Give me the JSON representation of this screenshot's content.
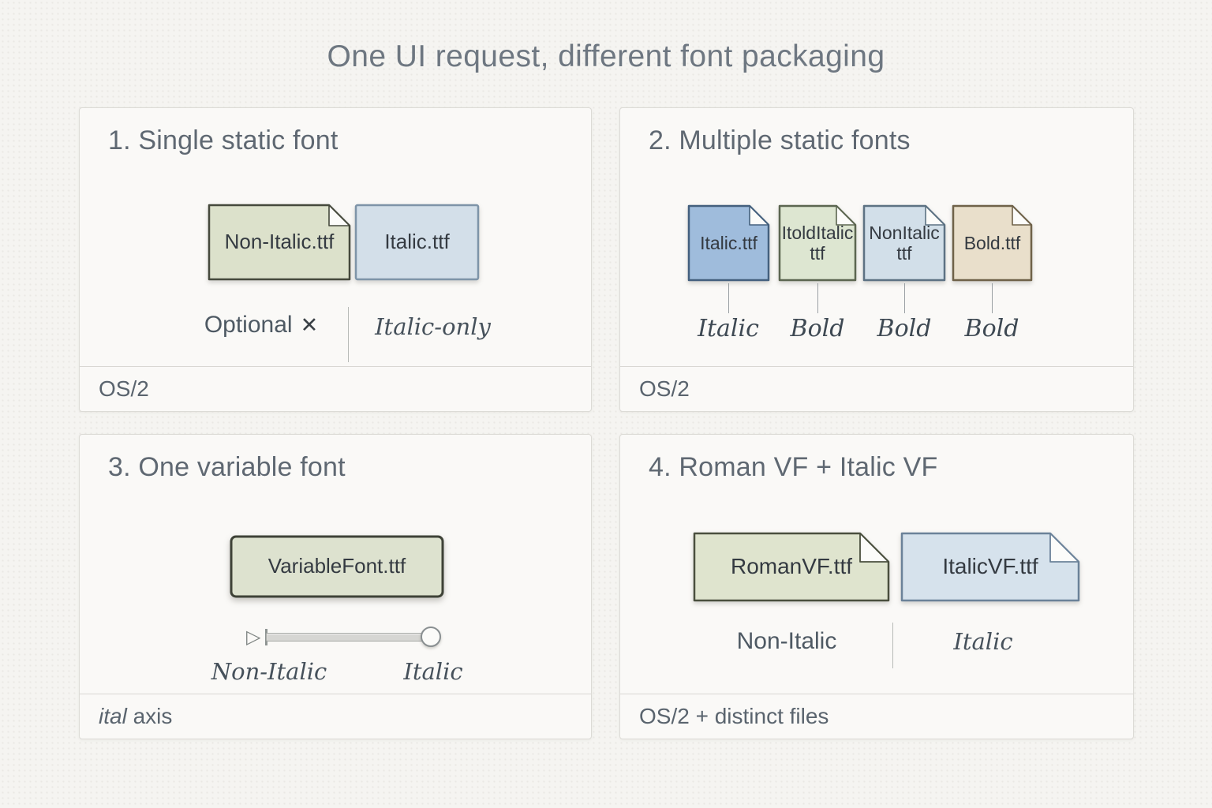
{
  "title": "One UI request, different font packaging",
  "colors": {
    "flap": "#fcfcfa",
    "green_fill": "#dce1cb",
    "green_stroke": "#45493c",
    "bluelight_fill": "#d3dfe9",
    "bluelight_stroke": "#7e94a8",
    "bluemid_fill": "#9fbcdc",
    "bluemid_stroke": "#44607e",
    "sage_fill": "#dde6d1",
    "sage_stroke": "#5c6651",
    "paleblue_fill": "#d2dfe9",
    "paleblue_stroke": "#5d7283",
    "tan_fill": "#e9dfcb",
    "tan_stroke": "#6f6249",
    "vf_fill": "#dde2cf",
    "vf_stroke": "#3e4237",
    "roman_fill": "#dfe4ce",
    "roman_stroke": "#4a4f3e",
    "italicvf_fill": "#d6e2ec",
    "italicvf_stroke": "#6b8299"
  },
  "panels": [
    {
      "heading": "1. Single static font",
      "files": [
        {
          "label": "Non-Italic.ttf"
        },
        {
          "label": "Italic.ttf"
        }
      ],
      "left_label": "Optional",
      "left_icon": "✕",
      "right_label": "Italic-only",
      "footer": "OS/2"
    },
    {
      "heading": "2. Multiple static fonts",
      "files": [
        {
          "label": "Italic.ttf",
          "tag": "Italic"
        },
        {
          "label": "ItoldItalic\nttf",
          "tag": "Bold"
        },
        {
          "label": "NonItalic\nttf",
          "tag": "Bold"
        },
        {
          "label": "Bold.ttf",
          "tag": "Bold"
        }
      ],
      "footer": "OS/2"
    },
    {
      "heading": "3. One variable font",
      "files": [
        {
          "label": "VariableFont.ttf"
        }
      ],
      "slider": {
        "min_label": "Non-Italic",
        "max_label": "Italic"
      },
      "footer_italic": "ital",
      "footer_rest": " axis"
    },
    {
      "heading": "4. Roman VF + Italic VF",
      "files": [
        {
          "label": "RomanVF.ttf"
        },
        {
          "label": "ItalicVF.ttf"
        }
      ],
      "left_label": "Non-Italic",
      "right_label": "Italic",
      "footer": "OS/2 + distinct files"
    }
  ]
}
